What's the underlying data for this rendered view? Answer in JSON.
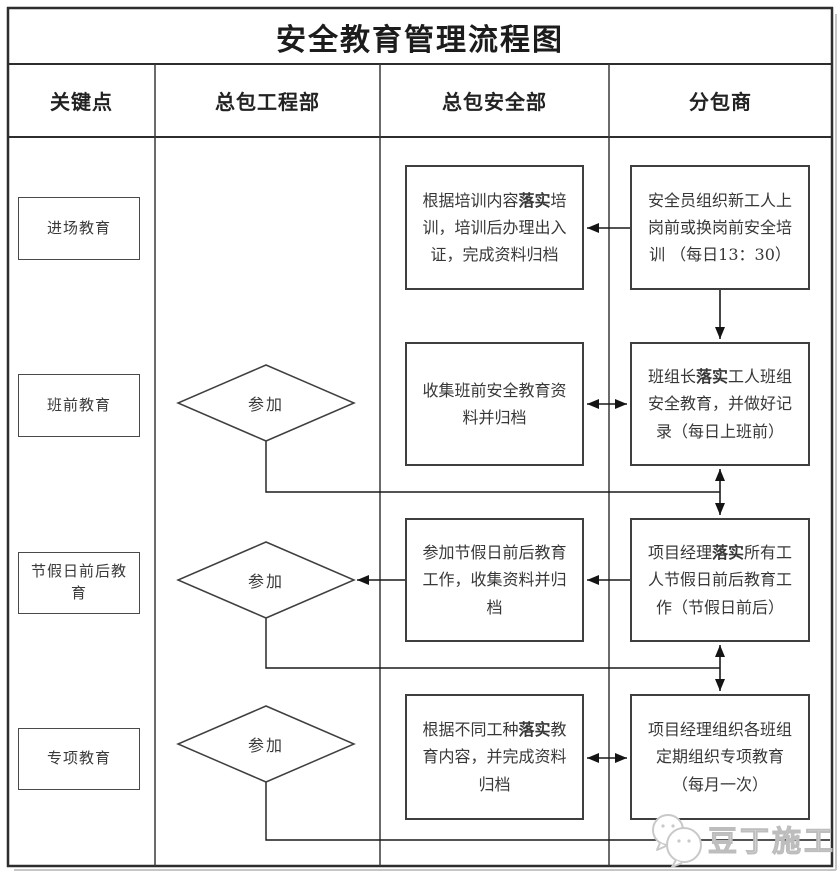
{
  "title": "安全教育管理流程图",
  "columns": [
    {
      "label": "关键点"
    },
    {
      "label": "总包工程部"
    },
    {
      "label": "总包安全部"
    },
    {
      "label": "分包商"
    }
  ],
  "rows": [
    {
      "key_point": "进场教育",
      "safety": [
        {
          "t": "根据培训内容"
        },
        {
          "t": "落实",
          "b": true
        },
        {
          "t": "培训，培训后办理出入证，完成资料归档"
        }
      ],
      "subcontractor": [
        {
          "t": "安全员组织新工人上岗前或换岗前安全培训 （每日13：30）"
        }
      ]
    },
    {
      "key_point": "班前教育",
      "participate": "参加",
      "safety": [
        {
          "t": "收集班前安全教育资料并归档"
        }
      ],
      "subcontractor": [
        {
          "t": "班组长"
        },
        {
          "t": "落实",
          "b": true
        },
        {
          "t": "工人班组安全教育，并做好记录（每日上班前）"
        }
      ]
    },
    {
      "key_point": "节假日前后教育",
      "participate": "参加",
      "safety": [
        {
          "t": "参加节假日前后教育工作，收集资料并归档"
        }
      ],
      "subcontractor": [
        {
          "t": "项目经理"
        },
        {
          "t": "落实",
          "b": true
        },
        {
          "t": "所有工人节假日前后教育工作（节假日前后）"
        }
      ]
    },
    {
      "key_point": "专项教育",
      "participate": "参加",
      "safety": [
        {
          "t": "根据不同工种"
        },
        {
          "t": "落实",
          "b": true
        },
        {
          "t": "教育内容，并完成资料归档"
        }
      ],
      "subcontractor": [
        {
          "t": "项目经理组织各班组定期组织专项教育（每月一次）"
        }
      ]
    }
  ],
  "watermark": {
    "label": "豆丁施工"
  },
  "colors": {
    "line": "#3a3a3a",
    "border": "#2d2d2d",
    "text": "#333333",
    "watermark": "#c4c4c4",
    "background": "#ffffff"
  }
}
